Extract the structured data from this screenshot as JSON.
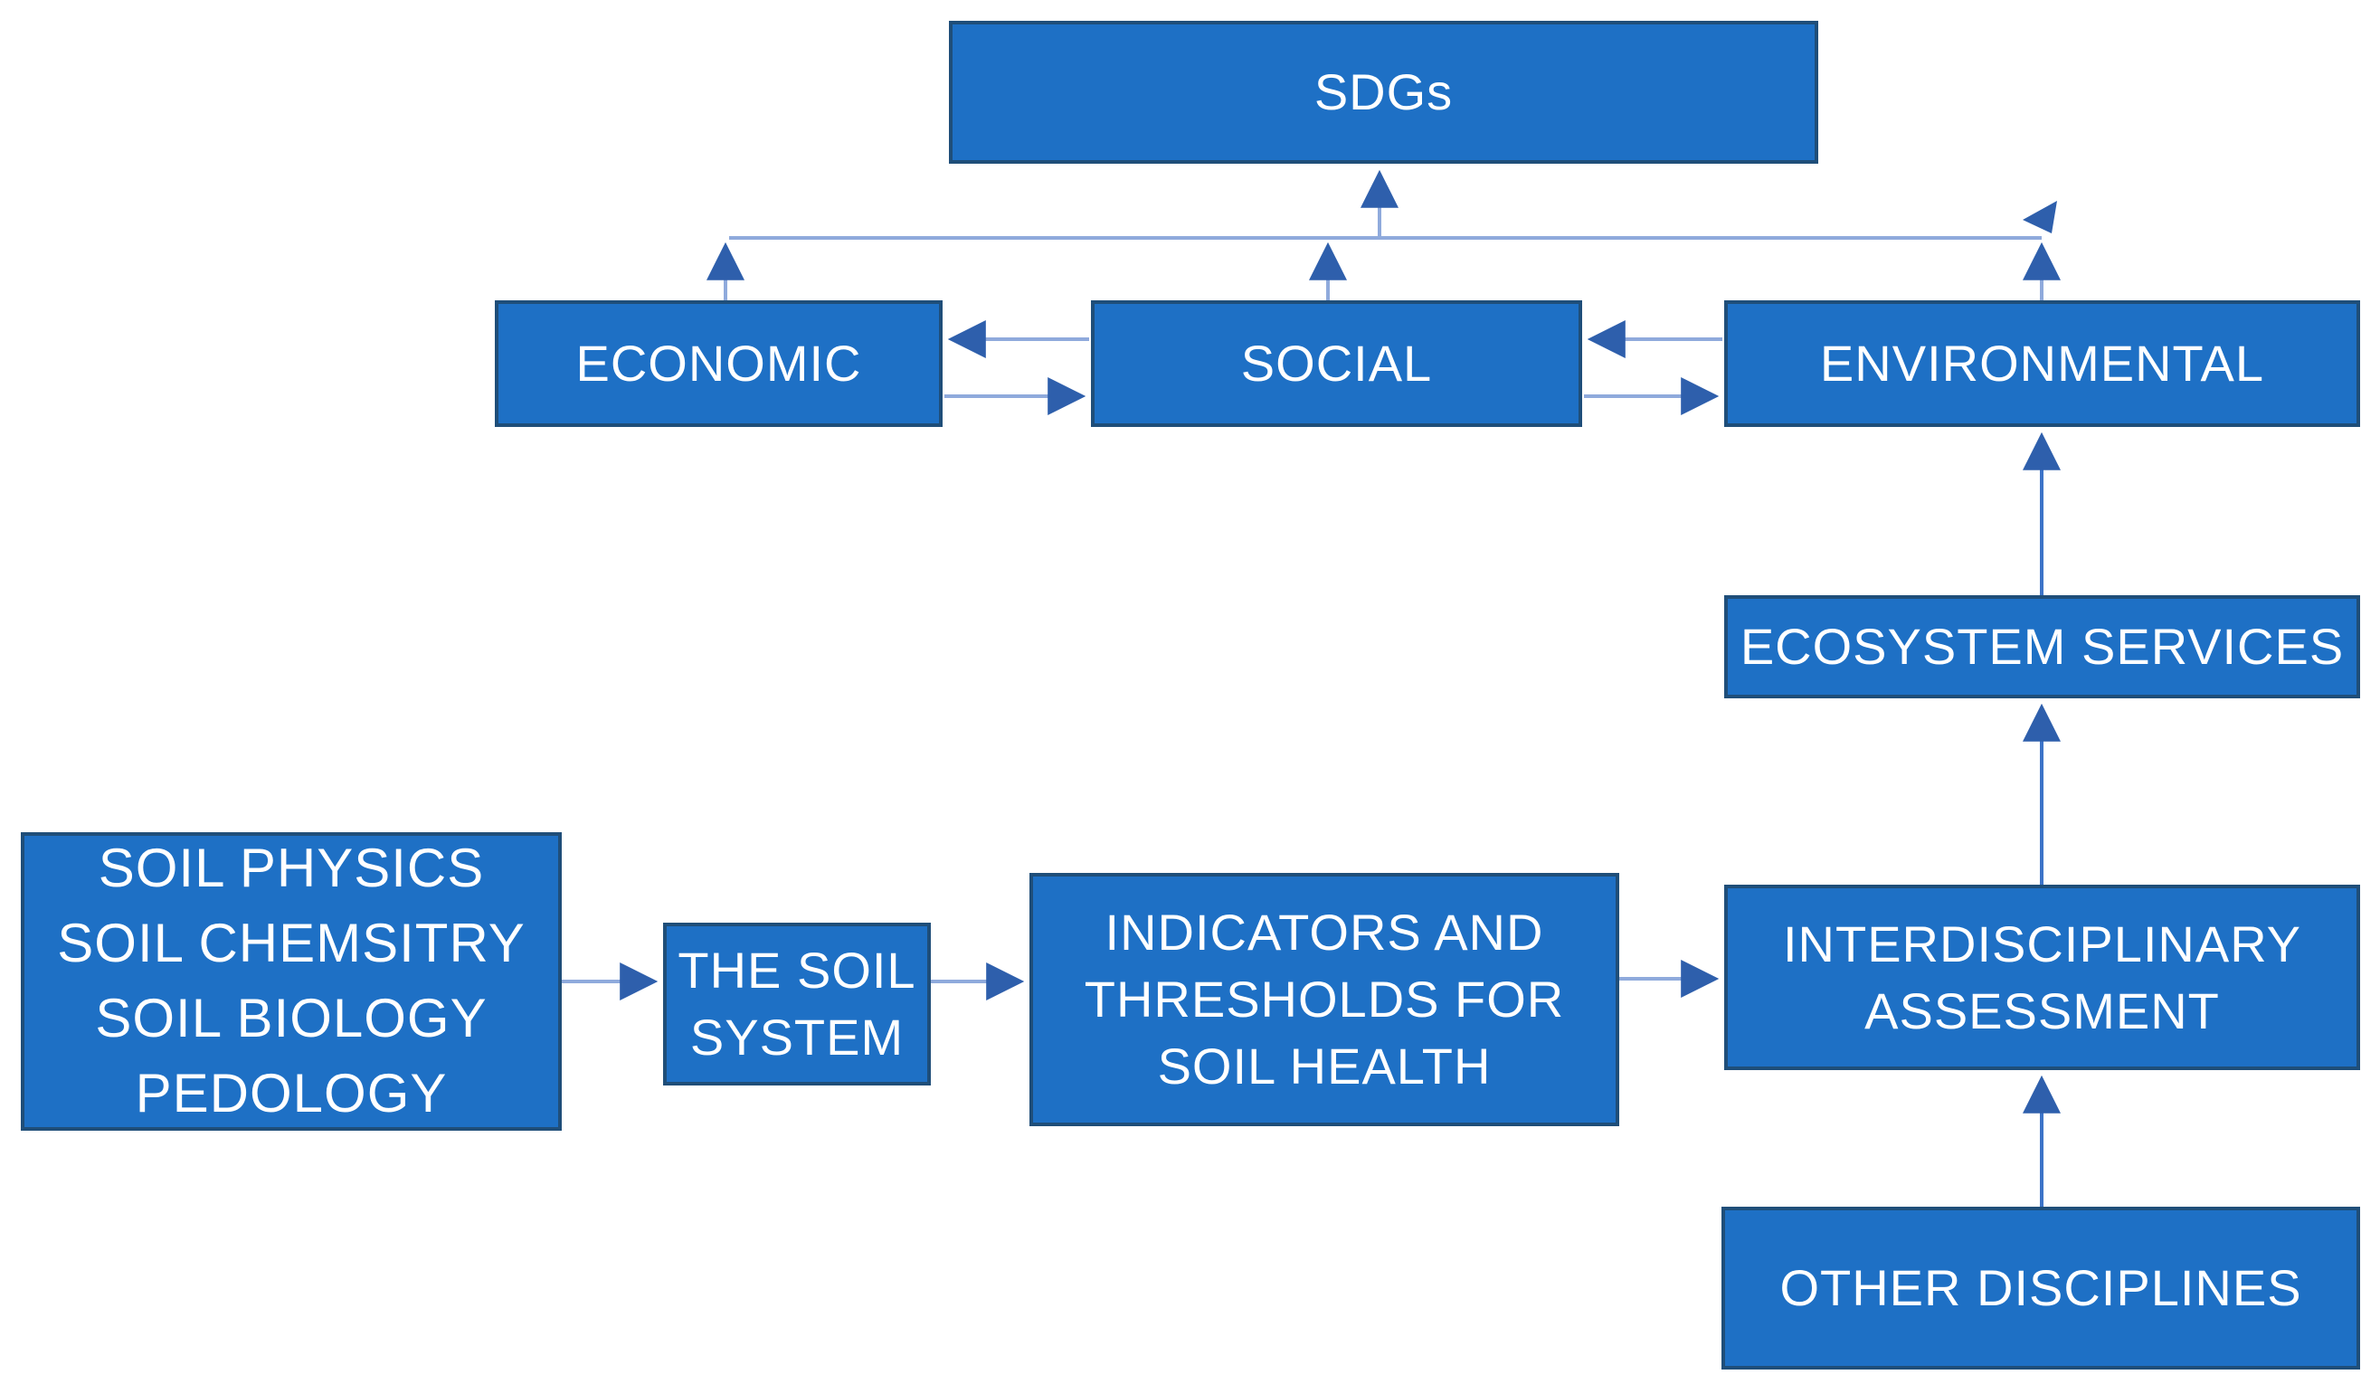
{
  "diagram": {
    "description": "Flowchart linking soil science disciplines to soil health assessment, ecosystem services and the SDGs",
    "background_color": "#ffffff",
    "colors": {
      "node_fill": "#1E70C5",
      "node_border": "#1F4E79",
      "node_text": "#FFFFFF",
      "connector_light": "#8FAADC",
      "connector_mid": "#3D74C8",
      "arrowhead": "#2E5FAC"
    },
    "nodes": {
      "sdgs": {
        "label": "SDGs"
      },
      "economic": {
        "label": "ECONOMIC"
      },
      "social": {
        "label": "SOCIAL"
      },
      "environmental": {
        "label": "ENVIRONMENTAL"
      },
      "ecosystem_services": {
        "label": "ECOSYSTEM SERVICES"
      },
      "soil_disciplines": {
        "label": "SOIL PHYSICS\nSOIL CHEMSITRY\nSOIL BIOLOGY\nPEDOLOGY"
      },
      "soil_system": {
        "label": "THE SOIL\nSYSTEM"
      },
      "indicators": {
        "label": "INDICATORS AND\nTHRESHOLDS FOR\nSOIL HEALTH"
      },
      "interdisciplinary": {
        "label": "INTERDISCIPLINARY\nASSESSMENT"
      },
      "other_disciplines": {
        "label": "OTHER DISCIPLINES"
      }
    },
    "edges": [
      {
        "from": "ECONOMIC",
        "to": "SDGs",
        "style": "elbow-up"
      },
      {
        "from": "SOCIAL",
        "to": "SDGs",
        "style": "elbow-up"
      },
      {
        "from": "ENVIRONMENTAL",
        "to": "SDGs",
        "style": "elbow-up"
      },
      {
        "from": "SOCIAL",
        "to": "ECONOMIC",
        "style": "straight-left"
      },
      {
        "from": "ECONOMIC",
        "to": "SOCIAL",
        "style": "straight-right"
      },
      {
        "from": "ENVIRONMENTAL",
        "to": "SOCIAL",
        "style": "straight-left"
      },
      {
        "from": "SOCIAL",
        "to": "ENVIRONMENTAL",
        "style": "straight-right"
      },
      {
        "from": "ECOSYSTEM SERVICES",
        "to": "ENVIRONMENTAL",
        "style": "straight-up"
      },
      {
        "from": "INTERDISCIPLINARY ASSESSMENT",
        "to": "ECOSYSTEM SERVICES",
        "style": "straight-up"
      },
      {
        "from": "OTHER DISCIPLINES",
        "to": "INTERDISCIPLINARY ASSESSMENT",
        "style": "straight-up"
      },
      {
        "from": "SOIL PHYSICS / SOIL CHEMSITRY / SOIL BIOLOGY / PEDOLOGY",
        "to": "THE SOIL SYSTEM",
        "style": "straight-right"
      },
      {
        "from": "THE SOIL SYSTEM",
        "to": "INDICATORS AND THRESHOLDS FOR SOIL HEALTH",
        "style": "straight-right"
      },
      {
        "from": "INDICATORS AND THRESHOLDS FOR SOIL HEALTH",
        "to": "INTERDISCIPLINARY ASSESSMENT",
        "style": "straight-right"
      }
    ]
  }
}
